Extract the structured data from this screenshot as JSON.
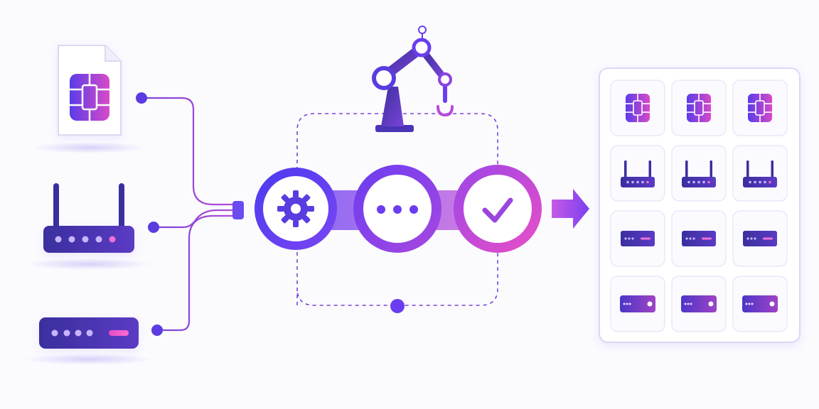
{
  "colors": {
    "indigo": "#3b2fb5",
    "violet": "#6a3df0",
    "magenta": "#e24cc8",
    "deep": "#2e2478",
    "line": "#8a5ad8",
    "card_border": "#d9d6f2",
    "shadow": "#e6e2f8"
  },
  "inputs": [
    {
      "name": "sim-card",
      "icon": "sim-card-icon"
    },
    {
      "name": "wifi-router",
      "icon": "router-icon"
    },
    {
      "name": "modem",
      "icon": "modem-icon"
    }
  ],
  "pipeline": {
    "robot_arm_icon": "robotic-arm-icon",
    "stages": [
      {
        "name": "configure",
        "icon": "gear-icon"
      },
      {
        "name": "processing",
        "icon": "ellipsis-icon"
      },
      {
        "name": "verified",
        "icon": "checkmark-icon"
      }
    ],
    "output_arrow_icon": "arrow-right-icon"
  },
  "output_grid": {
    "rows": [
      {
        "item": "sim-card",
        "icon": "sim-card-icon",
        "count": 3
      },
      {
        "item": "wifi-router",
        "icon": "router-icon",
        "count": 3
      },
      {
        "item": "modem",
        "icon": "modem-icon",
        "count": 3
      },
      {
        "item": "modem-active",
        "icon": "modem-icon",
        "count": 3
      }
    ]
  }
}
